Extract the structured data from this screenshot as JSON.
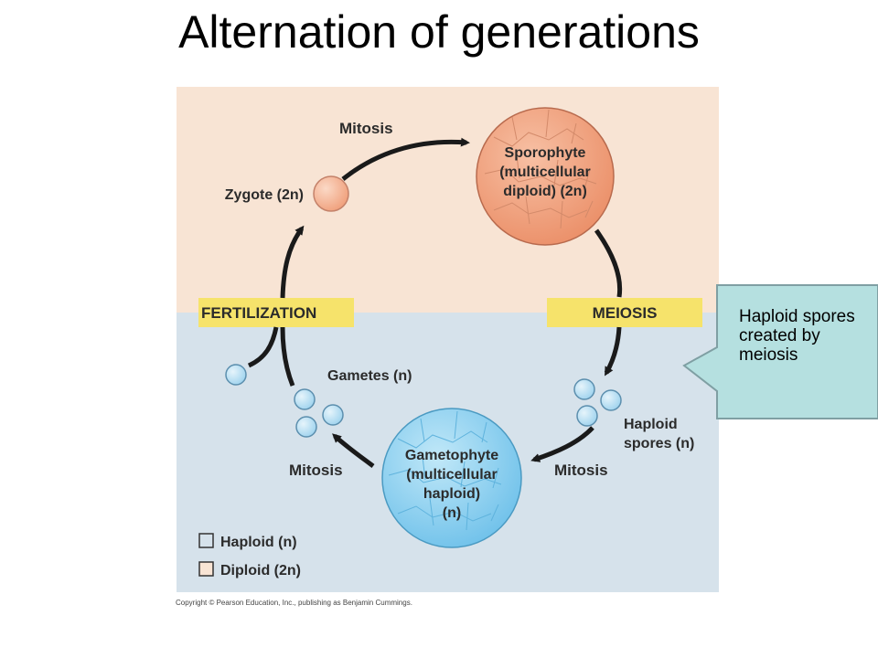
{
  "title": "Alternation of generations",
  "diagram": {
    "mitosis_top": "Mitosis",
    "zygote": "Zygote (2n)",
    "sporophyte": [
      "Sporophyte",
      "(multicellular",
      "diploid) (2n)"
    ],
    "fertilization": "FERTILIZATION",
    "meiosis": "MEIOSIS",
    "gametes": "Gametes (n)",
    "haploid_spores": [
      "Haploid",
      "spores (n)"
    ],
    "gametophyte": [
      "Gametophyte",
      "(multicellular",
      "haploid)",
      "(n)"
    ],
    "mitosis_left": "Mitosis",
    "mitosis_right": "Mitosis",
    "legend": {
      "haploid": "Haploid (n)",
      "diploid": "Diploid (2n)"
    },
    "copyright": "Copyright © Pearson Education, Inc., publishing as Benjamin Cummings."
  },
  "callout": {
    "text": "Haploid spores created by meiosis"
  },
  "colors": {
    "diploid_bg": "#f8e4d4",
    "haploid_bg": "#d6e2eb",
    "label_band": "#f6e36b",
    "sporophyte": "#f2a07c",
    "gametophyte": "#8fd0ef",
    "callout": "#b5e0e0"
  }
}
